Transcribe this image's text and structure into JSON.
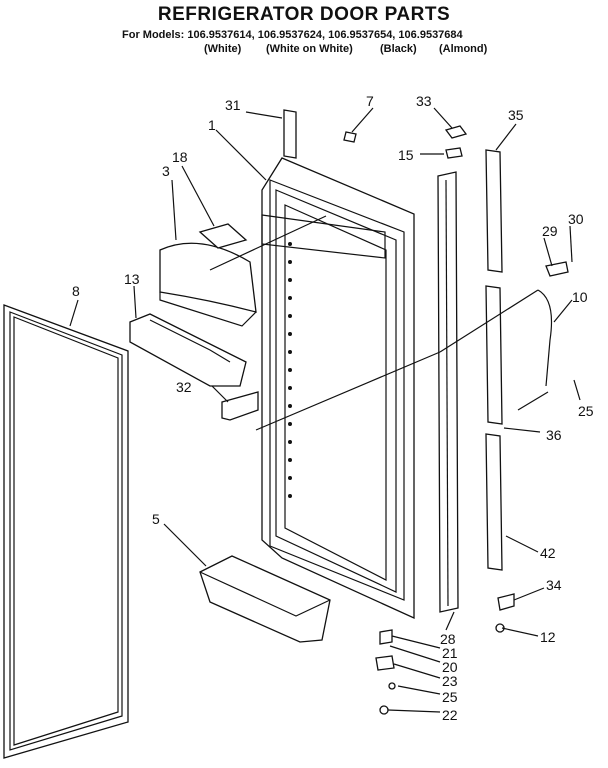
{
  "header": {
    "title": "REFRIGERATOR DOOR PARTS",
    "models": "For Models: 106.9537614, 106.9537624, 106.9537654, 106.9537684",
    "colors": [
      "(White)",
      "(White on White)",
      "(Black)",
      "(Almond)"
    ]
  },
  "parts": [
    "1",
    "3",
    "5",
    "7",
    "8",
    "10",
    "12",
    "13",
    "15",
    "18",
    "20",
    "21",
    "22",
    "23",
    "25",
    "25",
    "28",
    "29",
    "30",
    "31",
    "32",
    "33",
    "34",
    "35",
    "36",
    "42"
  ]
}
